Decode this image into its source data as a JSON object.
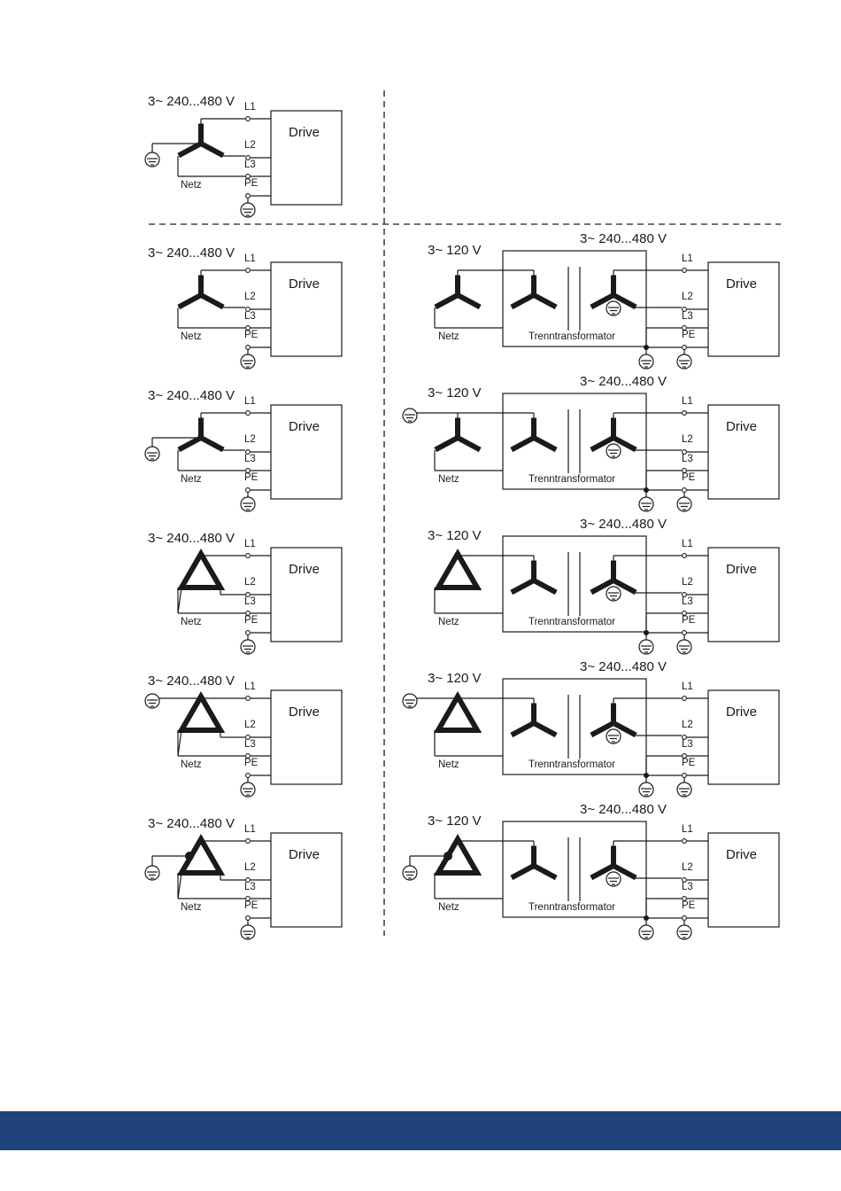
{
  "labels": {
    "supply_direct": "3~ 240...480 V",
    "supply_120": "3~ 120 V",
    "transformer_out": "3~ 240...480 V",
    "drive": "Drive",
    "netz": "Netz",
    "transformer": "Trenntransformator",
    "L1": "L1",
    "L2": "L2",
    "L3": "L3",
    "PE": "PE"
  },
  "rows": [
    {
      "source": "star",
      "source_grounded": true,
      "corner_grounded": false
    },
    {
      "source": "star",
      "source_grounded": false,
      "corner_grounded": false
    },
    {
      "source": "star",
      "source_grounded": true,
      "corner_grounded": false
    },
    {
      "source": "delta",
      "source_grounded": false,
      "corner_grounded": false
    },
    {
      "source": "delta",
      "source_grounded": true,
      "corner_grounded": false
    },
    {
      "source": "delta",
      "source_grounded": true,
      "corner_grounded": true
    }
  ],
  "colors": {
    "footer_bar": "#1e4279",
    "line": "#1a1a1a",
    "divider": "#444444"
  }
}
